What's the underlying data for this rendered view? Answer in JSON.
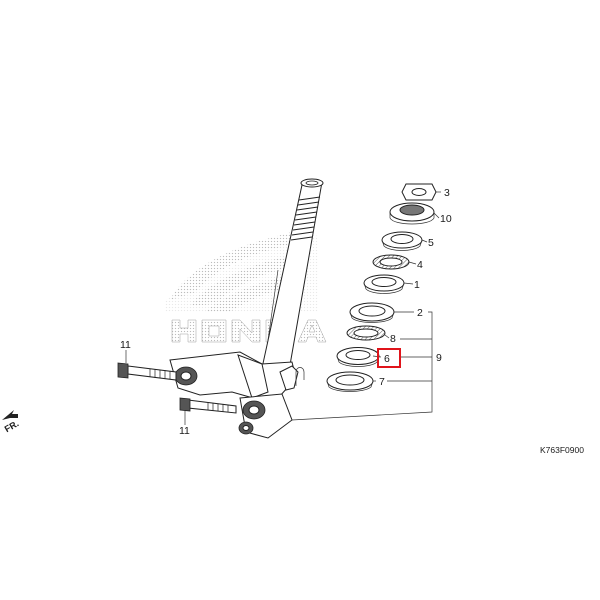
{
  "diagram": {
    "callouts": {
      "c3": "3",
      "c10": "10",
      "c5": "5",
      "c4": "4",
      "c1": "1",
      "c2": "2",
      "c8": "8",
      "c6": "6",
      "c9": "9",
      "c7": "7",
      "c11a": "11",
      "c11b": "11"
    },
    "direction_mark": "FR.",
    "watermark_brand": "HONDA",
    "diagram_code": "K763F0900",
    "highlight_color": "#e0141b"
  }
}
